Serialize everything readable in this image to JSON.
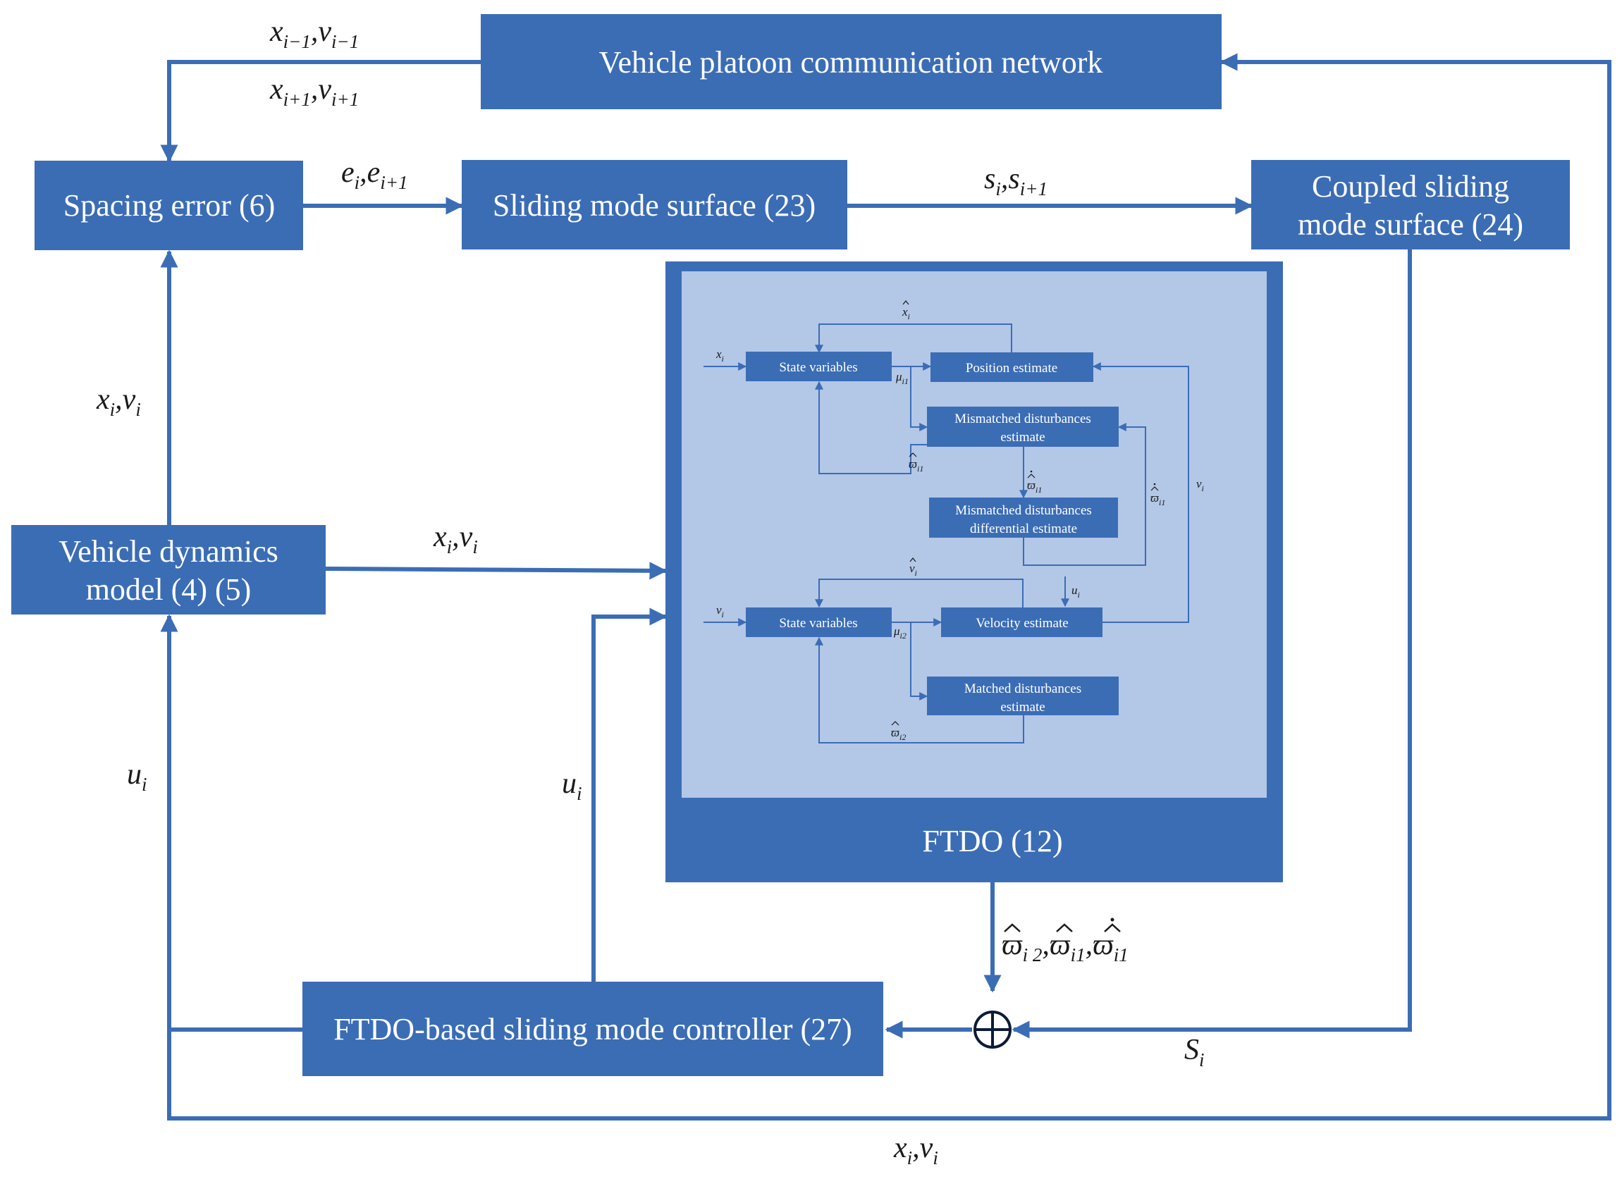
{
  "colors": {
    "box": "#3b6db5",
    "line": "#3b6db5",
    "inner_panel": "#b3c7e7",
    "text_light": "#ffffff",
    "text_dark": "#1a1a1a"
  },
  "blocks": {
    "network": "Vehicle platoon communication network",
    "spacing_error": "Spacing error (6)",
    "sliding_surface": "Sliding mode surface (23)",
    "coupled_surface_line1": "Coupled sliding",
    "coupled_surface_line2": "mode surface (24)",
    "vehicle_dynamics_line1": "Vehicle dynamics",
    "vehicle_dynamics_line2": "model (4) (5)",
    "ftdo": "FTDO (12)",
    "controller": "FTDO-based sliding mode controller (27)"
  },
  "ftdo_inner": {
    "state_variables_1": "State variables",
    "position_estimate": "Position estimate",
    "mismatched_estimate_line1": "Mismatched disturbances",
    "mismatched_estimate_line2": "estimate",
    "mismatched_diff_line1": "Mismatched disturbances",
    "mismatched_diff_line2": "differential estimate",
    "state_variables_2": "State variables",
    "velocity_estimate": "Velocity estimate",
    "matched_estimate_line1": "Matched disturbances",
    "matched_estimate_line2": "estimate"
  },
  "signals": {
    "x": "x",
    "v": "v",
    "e": "e",
    "s": "s",
    "S": "S",
    "u": "u",
    "mu": "μ",
    "omega": "ϖ",
    "sub_i": "i",
    "sub_i_minus_1": "i−1",
    "sub_i_plus_1": "i+1",
    "sub_i1": "i1",
    "sub_i2": "i2",
    "sub_i_2": "i 2",
    "comma": ","
  }
}
